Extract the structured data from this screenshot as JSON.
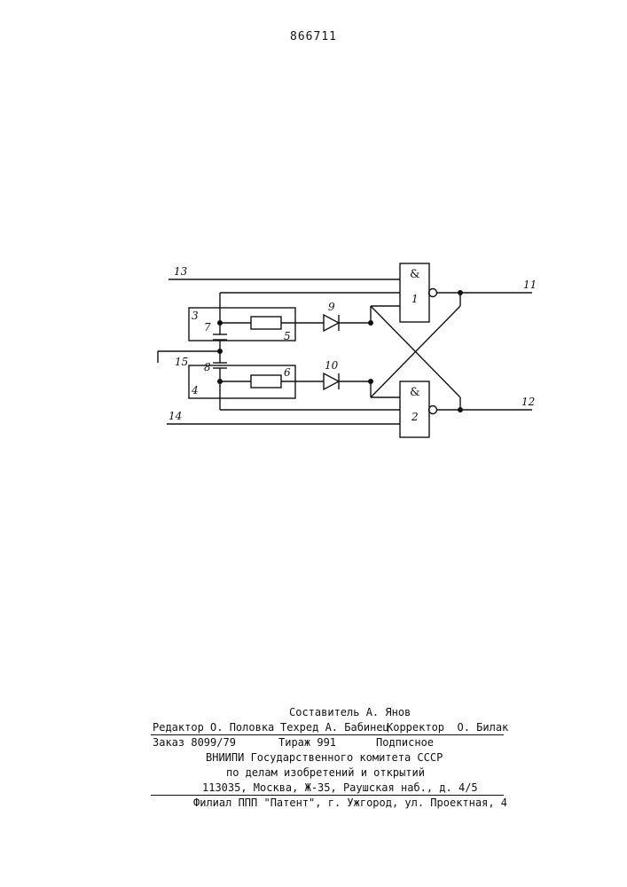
{
  "patent_number": "866711",
  "diagram": {
    "pin_labels": {
      "input_13": "13",
      "input_14": "14",
      "ground_15": "15",
      "output_11": "11",
      "output_12": "12"
    },
    "gates": [
      {
        "number": "1",
        "symbol": "&"
      },
      {
        "number": "2",
        "symbol": "&"
      }
    ],
    "components": {
      "block_3": "3",
      "block_4": "4",
      "resistor_5": "5",
      "resistor_6": "6",
      "capacitor_7": "7",
      "capacitor_8": "8",
      "diode_9": "9",
      "diode_10": "10"
    }
  },
  "footer": {
    "compiler": "Составитель А. Янов",
    "editor": "Редактор О. Половка",
    "techred": "Техред А. Бабинец",
    "corrector": "Корректор  О. Билак",
    "order": "Заказ 8099/79",
    "circulation": "Тираж 991",
    "subscription": "Подписное",
    "org_line1": "ВНИИПИ Государственного комитета СССР",
    "org_line2": "по делам изобретений и открытий",
    "address": "113035, Москва, Ж-35, Раушская наб., д. 4/5",
    "branch": "Филиал ППП \"Патент\", г. Ужгород, ул. Проектная, 4"
  }
}
